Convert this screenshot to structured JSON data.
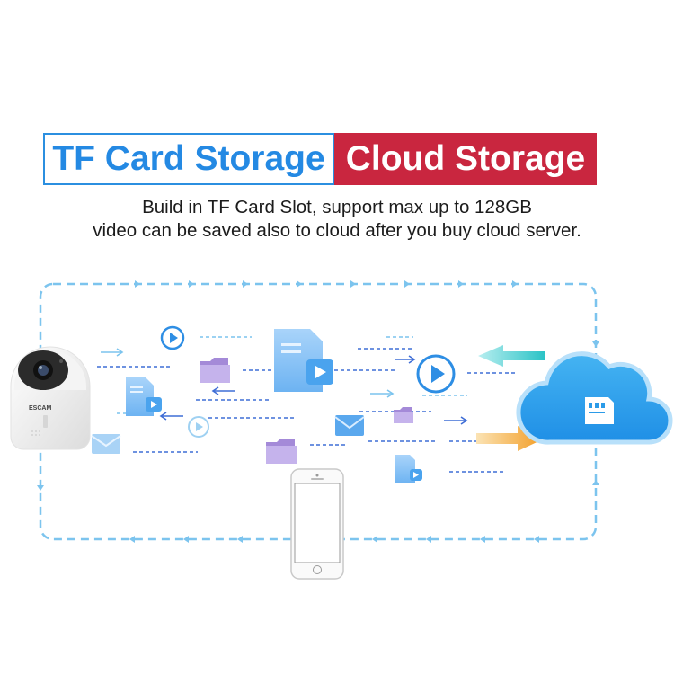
{
  "header": {
    "tf_card_label": "TF Card Storage",
    "cloud_label": "Cloud Storage"
  },
  "description": {
    "line1": "Build in TF Card Slot, support max up to 128GB",
    "line2": "video can be saved also to cloud after you buy cloud server."
  },
  "camera": {
    "brand": "ESCAM"
  },
  "colors": {
    "blue": "#2489e3",
    "red": "#c9263f",
    "dash": "#7cc4ee",
    "cloud": "#2b9be8",
    "arrow_teal": "#3ec6c9",
    "arrow_orange": "#f2a93b"
  }
}
